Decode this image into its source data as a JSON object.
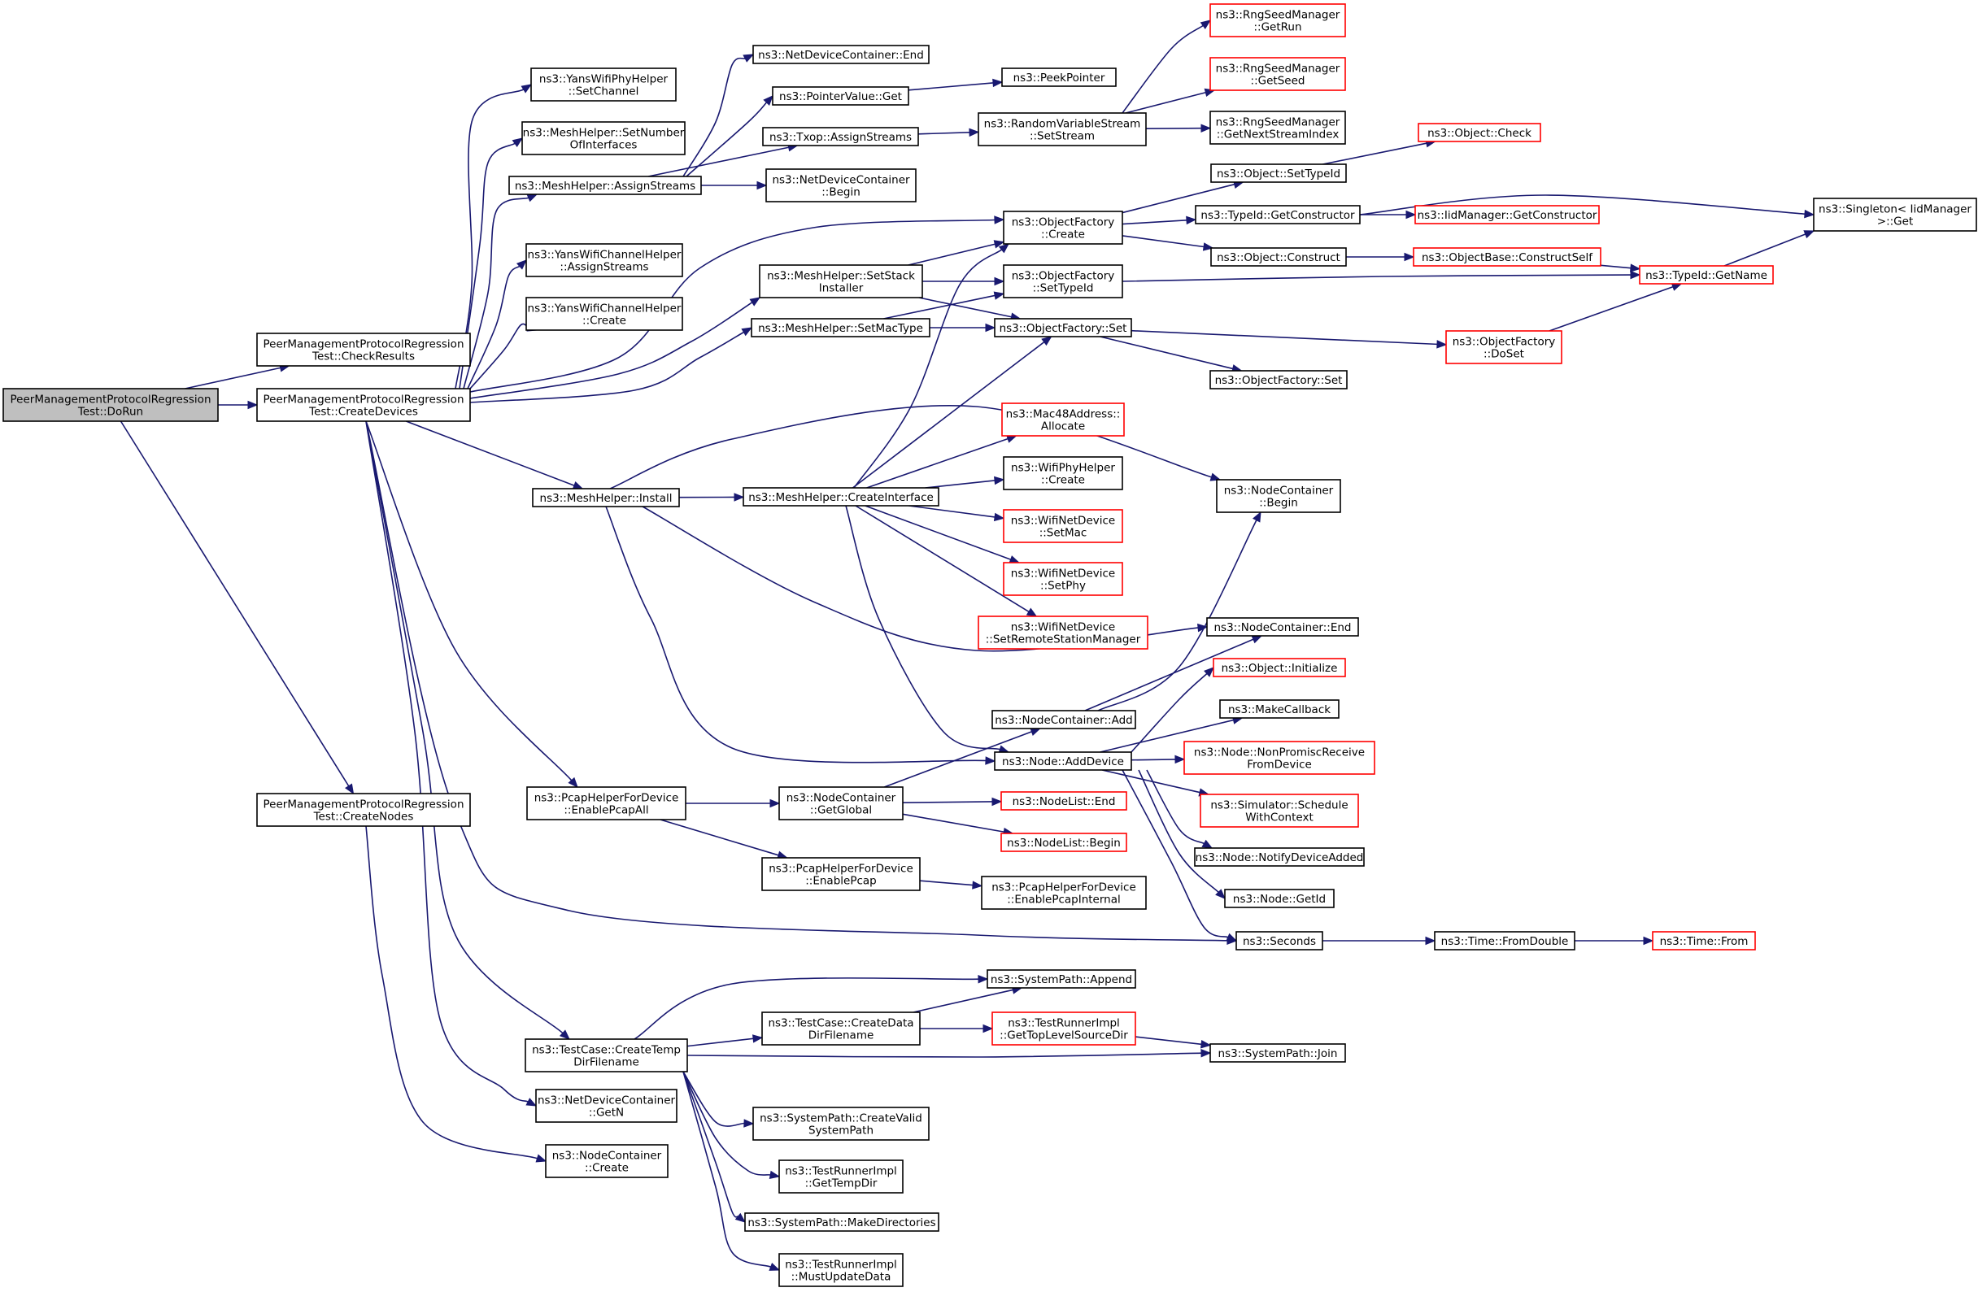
{
  "diagram": {
    "type": "call-graph",
    "colors": {
      "edge": "#191970",
      "root_fill": "#bfbfbf",
      "node_fill": "#ffffff",
      "node_border": "#000000",
      "undocumented_border": "#ff0000"
    },
    "nodes": [
      {
        "id": "n0",
        "lines": [
          "PeerManagementProtocolRegression",
          "Test::DoRun"
        ],
        "style": "root"
      },
      {
        "id": "n1",
        "lines": [
          "PeerManagementProtocolRegression",
          "Test::CheckResults"
        ],
        "style": "normal"
      },
      {
        "id": "n2",
        "lines": [
          "PeerManagementProtocolRegression",
          "Test::CreateDevices"
        ],
        "style": "normal"
      },
      {
        "id": "n3",
        "lines": [
          "PeerManagementProtocolRegression",
          "Test::CreateNodes"
        ],
        "style": "normal"
      },
      {
        "id": "n4",
        "lines": [
          "ns3::YansWifiPhyHelper",
          "::SetChannel"
        ],
        "style": "normal"
      },
      {
        "id": "n5",
        "lines": [
          "ns3::MeshHelper::SetNumber",
          "OfInterfaces"
        ],
        "style": "normal"
      },
      {
        "id": "n6",
        "lines": [
          "ns3::MeshHelper::AssignStreams"
        ],
        "style": "normal"
      },
      {
        "id": "n7",
        "lines": [
          "ns3::YansWifiChannelHelper",
          "::AssignStreams"
        ],
        "style": "normal"
      },
      {
        "id": "n8",
        "lines": [
          "ns3::YansWifiChannelHelper",
          "::Create"
        ],
        "style": "normal"
      },
      {
        "id": "n9",
        "lines": [
          "ns3::MeshHelper::Install"
        ],
        "style": "normal"
      },
      {
        "id": "n10",
        "lines": [
          "ns3::PcapHelperForDevice",
          "::EnablePcapAll"
        ],
        "style": "normal"
      },
      {
        "id": "n11",
        "lines": [
          "ns3::TestCase::CreateTemp",
          "DirFilename"
        ],
        "style": "normal"
      },
      {
        "id": "n12",
        "lines": [
          "ns3::NetDeviceContainer",
          "::GetN"
        ],
        "style": "normal"
      },
      {
        "id": "n13",
        "lines": [
          "ns3::NodeContainer",
          "::Create"
        ],
        "style": "normal"
      },
      {
        "id": "n14",
        "lines": [
          "ns3::NetDeviceContainer::End"
        ],
        "style": "normal"
      },
      {
        "id": "n15",
        "lines": [
          "ns3::PointerValue::Get"
        ],
        "style": "normal"
      },
      {
        "id": "n16",
        "lines": [
          "ns3::Txop::AssignStreams"
        ],
        "style": "normal"
      },
      {
        "id": "n17",
        "lines": [
          "ns3::NetDeviceContainer",
          "::Begin"
        ],
        "style": "normal"
      },
      {
        "id": "n18",
        "lines": [
          "ns3::MeshHelper::SetStack",
          "Installer"
        ],
        "style": "normal"
      },
      {
        "id": "n19",
        "lines": [
          "ns3::MeshHelper::SetMacType"
        ],
        "style": "normal"
      },
      {
        "id": "n20",
        "lines": [
          "ns3::MeshHelper::CreateInterface"
        ],
        "style": "normal"
      },
      {
        "id": "n21",
        "lines": [
          "ns3::NodeContainer",
          "::GetGlobal"
        ],
        "style": "normal"
      },
      {
        "id": "n22",
        "lines": [
          "ns3::PcapHelperForDevice",
          "::EnablePcap"
        ],
        "style": "normal"
      },
      {
        "id": "n23",
        "lines": [
          "ns3::TestCase::CreateData",
          "DirFilename"
        ],
        "style": "normal"
      },
      {
        "id": "n24",
        "lines": [
          "ns3::SystemPath::CreateValid",
          "SystemPath"
        ],
        "style": "normal"
      },
      {
        "id": "n25",
        "lines": [
          "ns3::TestRunnerImpl",
          "::GetTempDir"
        ],
        "style": "normal"
      },
      {
        "id": "n26",
        "lines": [
          "ns3::SystemPath::MakeDirectories"
        ],
        "style": "normal"
      },
      {
        "id": "n27",
        "lines": [
          "ns3::TestRunnerImpl",
          "::MustUpdateData"
        ],
        "style": "normal"
      },
      {
        "id": "n28",
        "lines": [
          "ns3::PeekPointer"
        ],
        "style": "normal"
      },
      {
        "id": "n29",
        "lines": [
          "ns3::RandomVariableStream",
          "::SetStream"
        ],
        "style": "normal"
      },
      {
        "id": "n30",
        "lines": [
          "ns3::ObjectFactory",
          "::Create"
        ],
        "style": "normal"
      },
      {
        "id": "n31",
        "lines": [
          "ns3::ObjectFactory",
          "::SetTypeId"
        ],
        "style": "normal"
      },
      {
        "id": "n32",
        "lines": [
          "ns3::ObjectFactory::Set"
        ],
        "style": "normal"
      },
      {
        "id": "n33",
        "lines": [
          "ns3::Mac48Address::",
          "Allocate"
        ],
        "style": "undocumented"
      },
      {
        "id": "n34",
        "lines": [
          "ns3::WifiPhyHelper",
          "::Create"
        ],
        "style": "normal"
      },
      {
        "id": "n35",
        "lines": [
          "ns3::WifiNetDevice",
          "::SetMac"
        ],
        "style": "undocumented"
      },
      {
        "id": "n36",
        "lines": [
          "ns3::WifiNetDevice",
          "::SetPhy"
        ],
        "style": "undocumented"
      },
      {
        "id": "n37",
        "lines": [
          "ns3::WifiNetDevice",
          "::SetRemoteStationManager"
        ],
        "style": "undocumented"
      },
      {
        "id": "n38",
        "lines": [
          "ns3::NodeContainer::Add"
        ],
        "style": "normal"
      },
      {
        "id": "n39",
        "lines": [
          "ns3::Node::AddDevice"
        ],
        "style": "normal"
      },
      {
        "id": "n40",
        "lines": [
          "ns3::SystemPath::Append"
        ],
        "style": "normal"
      },
      {
        "id": "n41",
        "lines": [
          "ns3::TestRunnerImpl",
          "::GetTopLevelSourceDir"
        ],
        "style": "undocumented"
      },
      {
        "id": "n42",
        "lines": [
          "ns3::PcapHelperForDevice",
          "::EnablePcapInternal"
        ],
        "style": "normal"
      },
      {
        "id": "n43",
        "lines": [
          "ns3::NodeList::End"
        ],
        "style": "undocumented"
      },
      {
        "id": "n44",
        "lines": [
          "ns3::NodeList::Begin"
        ],
        "style": "undocumented"
      },
      {
        "id": "n45",
        "lines": [
          "ns3::RngSeedManager",
          "::GetRun"
        ],
        "style": "undocumented"
      },
      {
        "id": "n46",
        "lines": [
          "ns3::RngSeedManager",
          "::GetSeed"
        ],
        "style": "undocumented"
      },
      {
        "id": "n47",
        "lines": [
          "ns3::RngSeedManager",
          "::GetNextStreamIndex"
        ],
        "style": "normal"
      },
      {
        "id": "n48",
        "lines": [
          "ns3::Object::SetTypeId"
        ],
        "style": "normal"
      },
      {
        "id": "n49",
        "lines": [
          "ns3::TypeId::GetConstructor"
        ],
        "style": "normal"
      },
      {
        "id": "n50",
        "lines": [
          "ns3::Object::Construct"
        ],
        "style": "normal"
      },
      {
        "id": "n51",
        "lines": [
          "ns3::ObjectFactory::Set"
        ],
        "style": "normal"
      },
      {
        "id": "n52",
        "lines": [
          "ns3::ObjectFactory",
          "::DoSet"
        ],
        "style": "undocumented"
      },
      {
        "id": "n53",
        "lines": [
          "ns3::NodeContainer",
          "::Begin"
        ],
        "style": "normal"
      },
      {
        "id": "n54",
        "lines": [
          "ns3::NodeContainer::End"
        ],
        "style": "normal"
      },
      {
        "id": "n55",
        "lines": [
          "ns3::Object::Initialize"
        ],
        "style": "undocumented"
      },
      {
        "id": "n56",
        "lines": [
          "ns3::MakeCallback"
        ],
        "style": "normal"
      },
      {
        "id": "n57",
        "lines": [
          "ns3::Node::NonPromiscReceive",
          "FromDevice"
        ],
        "style": "undocumented"
      },
      {
        "id": "n58",
        "lines": [
          "ns3::Simulator::Schedule",
          "WithContext"
        ],
        "style": "undocumented"
      },
      {
        "id": "n59",
        "lines": [
          "ns3::Node::NotifyDeviceAdded"
        ],
        "style": "normal"
      },
      {
        "id": "n60",
        "lines": [
          "ns3::Node::GetId"
        ],
        "style": "normal"
      },
      {
        "id": "n61",
        "lines": [
          "ns3::Seconds"
        ],
        "style": "normal"
      },
      {
        "id": "n62",
        "lines": [
          "ns3::SystemPath::Join"
        ],
        "style": "normal"
      },
      {
        "id": "n63",
        "lines": [
          "ns3::Object::Check"
        ],
        "style": "undocumented"
      },
      {
        "id": "n64",
        "lines": [
          "ns3::IidManager::GetConstructor"
        ],
        "style": "undocumented"
      },
      {
        "id": "n65",
        "lines": [
          "ns3::ObjectBase::ConstructSelf"
        ],
        "style": "undocumented"
      },
      {
        "id": "n66",
        "lines": [
          "ns3::Singleton< IidManager",
          " >::Get"
        ],
        "style": "normal"
      },
      {
        "id": "n67",
        "lines": [
          "ns3::TypeId::GetName"
        ],
        "style": "undocumented"
      },
      {
        "id": "n68",
        "lines": [
          "ns3::Time::FromDouble"
        ],
        "style": "normal"
      },
      {
        "id": "n69",
        "lines": [
          "ns3::Time::From"
        ],
        "style": "undocumented"
      }
    ],
    "edges": [
      [
        "n0",
        "n1"
      ],
      [
        "n0",
        "n2"
      ],
      [
        "n0",
        "n3"
      ],
      [
        "n2",
        "n4"
      ],
      [
        "n2",
        "n5"
      ],
      [
        "n2",
        "n6"
      ],
      [
        "n2",
        "n7"
      ],
      [
        "n2",
        "n8"
      ],
      [
        "n2",
        "n9"
      ],
      [
        "n2",
        "n10"
      ],
      [
        "n2",
        "n11"
      ],
      [
        "n2",
        "n12"
      ],
      [
        "n2",
        "n18"
      ],
      [
        "n2",
        "n19"
      ],
      [
        "n2",
        "n30"
      ],
      [
        "n2",
        "n61"
      ],
      [
        "n3",
        "n13"
      ],
      [
        "n6",
        "n14"
      ],
      [
        "n6",
        "n15"
      ],
      [
        "n6",
        "n16"
      ],
      [
        "n6",
        "n17"
      ],
      [
        "n15",
        "n28"
      ],
      [
        "n16",
        "n29"
      ],
      [
        "n29",
        "n45"
      ],
      [
        "n29",
        "n46"
      ],
      [
        "n29",
        "n47"
      ],
      [
        "n18",
        "n30"
      ],
      [
        "n18",
        "n31"
      ],
      [
        "n18",
        "n32"
      ],
      [
        "n19",
        "n31"
      ],
      [
        "n19",
        "n32"
      ],
      [
        "n9",
        "n20"
      ],
      [
        "n9",
        "n53"
      ],
      [
        "n9",
        "n54"
      ],
      [
        "n9",
        "n39"
      ],
      [
        "n20",
        "n30"
      ],
      [
        "n20",
        "n32"
      ],
      [
        "n20",
        "n33"
      ],
      [
        "n20",
        "n34"
      ],
      [
        "n20",
        "n35"
      ],
      [
        "n20",
        "n36"
      ],
      [
        "n20",
        "n37"
      ],
      [
        "n20",
        "n39"
      ],
      [
        "n30",
        "n48"
      ],
      [
        "n30",
        "n49"
      ],
      [
        "n30",
        "n50"
      ],
      [
        "n31",
        "n67"
      ],
      [
        "n32",
        "n51"
      ],
      [
        "n32",
        "n52"
      ],
      [
        "n48",
        "n63"
      ],
      [
        "n49",
        "n64"
      ],
      [
        "n49",
        "n66"
      ],
      [
        "n50",
        "n65"
      ],
      [
        "n65",
        "n67"
      ],
      [
        "n52",
        "n67"
      ],
      [
        "n67",
        "n66"
      ],
      [
        "n10",
        "n21"
      ],
      [
        "n10",
        "n22"
      ],
      [
        "n21",
        "n38"
      ],
      [
        "n21",
        "n43"
      ],
      [
        "n21",
        "n44"
      ],
      [
        "n38",
        "n53"
      ],
      [
        "n38",
        "n54"
      ],
      [
        "n22",
        "n42"
      ],
      [
        "n39",
        "n55"
      ],
      [
        "n39",
        "n56"
      ],
      [
        "n39",
        "n57"
      ],
      [
        "n39",
        "n58"
      ],
      [
        "n39",
        "n59"
      ],
      [
        "n39",
        "n60"
      ],
      [
        "n39",
        "n61"
      ],
      [
        "n61",
        "n68"
      ],
      [
        "n68",
        "n69"
      ],
      [
        "n11",
        "n23"
      ],
      [
        "n11",
        "n40"
      ],
      [
        "n11",
        "n62"
      ],
      [
        "n11",
        "n24"
      ],
      [
        "n11",
        "n25"
      ],
      [
        "n11",
        "n26"
      ],
      [
        "n11",
        "n27"
      ],
      [
        "n23",
        "n40"
      ],
      [
        "n23",
        "n41"
      ],
      [
        "n41",
        "n62"
      ]
    ]
  }
}
